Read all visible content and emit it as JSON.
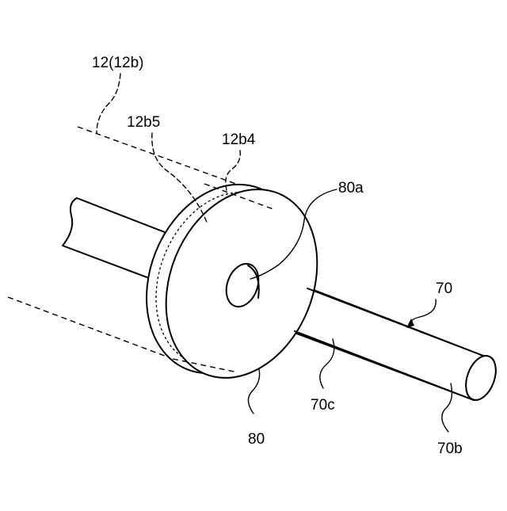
{
  "labels": {
    "assembly": "12(12b)",
    "part_12b5": "12b5",
    "part_12b4": "12b4",
    "hole_80a": "80a",
    "shaft_70": "70",
    "disc_80": "80",
    "surface_70c": "70c",
    "end_70b": "70b"
  }
}
